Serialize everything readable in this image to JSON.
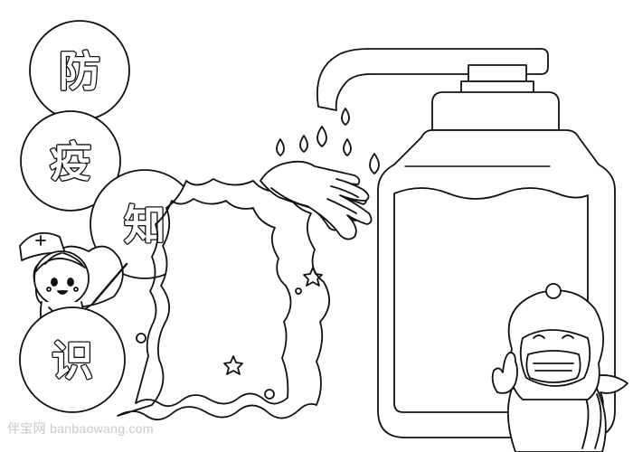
{
  "title": {
    "chars": [
      "防",
      "疫",
      "知",
      "识"
    ]
  },
  "watermark": "伴宝网 banbaowang.com",
  "icons": {
    "nurse": "nurse-with-pointer-icon",
    "soap_bottle": "hand-sanitizer-pump-bottle-icon",
    "hands": "washing-hands-icon",
    "masked_child": "child-wearing-mask-icon",
    "water_drops": "water-drop-icon",
    "stars": "star-icon"
  },
  "colors": {
    "line": "#111111",
    "paper": "#ffffff",
    "watermark": "#c9c9c9"
  }
}
